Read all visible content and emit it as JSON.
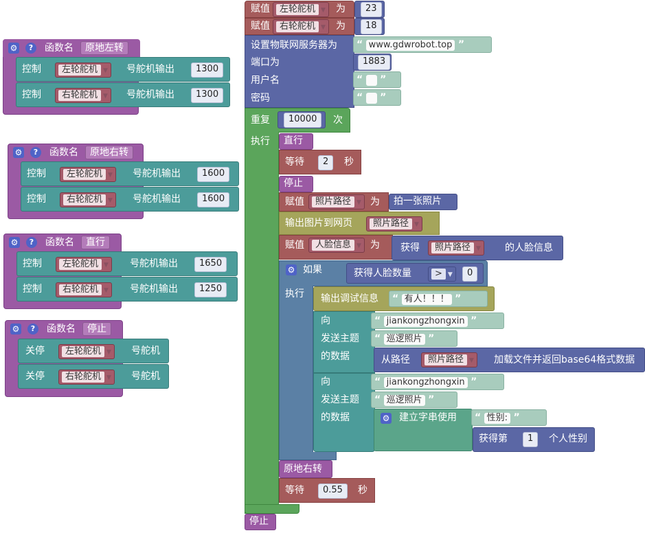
{
  "left_functions": [
    {
      "kw": "函数名",
      "name": "原地左转",
      "rows": [
        {
          "kw": "控制",
          "motor": "左轮舵机",
          "suffix": "号舵机输出",
          "value": "1300"
        },
        {
          "kw": "控制",
          "motor": "右轮舵机",
          "suffix": "号舵机输出",
          "value": "1300"
        }
      ]
    },
    {
      "kw": "函数名",
      "name": "原地右转",
      "rows": [
        {
          "kw": "控制",
          "motor": "左轮舵机",
          "suffix": "号舵机输出",
          "value": "1600"
        },
        {
          "kw": "控制",
          "motor": "右轮舵机",
          "suffix": "号舵机输出",
          "value": "1600"
        }
      ]
    },
    {
      "kw": "函数名",
      "name": "直行",
      "rows": [
        {
          "kw": "控制",
          "motor": "左轮舵机",
          "suffix": "号舵机输出",
          "value": "1650"
        },
        {
          "kw": "控制",
          "motor": "右轮舵机",
          "suffix": "号舵机输出",
          "value": "1250"
        }
      ]
    },
    {
      "kw": "函数名",
      "name": "停止",
      "rows": [
        {
          "kw": "关停",
          "motor": "左轮舵机",
          "suffix": "号舵机"
        },
        {
          "kw": "关停",
          "motor": "右轮舵机",
          "suffix": "号舵机"
        }
      ]
    }
  ],
  "main": {
    "assign1": {
      "kw": "赋值",
      "var": "左轮舵机",
      "to": "为",
      "val": "23"
    },
    "assign2": {
      "kw": "赋值",
      "var": "右轮舵机",
      "to": "为",
      "val": "18"
    },
    "iot": {
      "server_label": "设置物联网服务器为",
      "server": "www.gdwrobot.top",
      "port_label": "端口为",
      "port": "1883",
      "user_label": "用户名",
      "pass_label": "密码"
    },
    "repeat": {
      "kw": "重复",
      "count": "10000",
      "unit": "次",
      "do": "执行"
    },
    "go_straight": "直行",
    "wait1": {
      "kw": "等待",
      "val": "2",
      "unit": "秒"
    },
    "stop": "停止",
    "assign_photo": {
      "kw": "赋值",
      "var": "照片路径",
      "to": "为",
      "action": "拍一张照片"
    },
    "output_img": {
      "kw": "输出图片到网页",
      "var": "照片路径"
    },
    "assign_face": {
      "kw": "赋值",
      "var": "人脸信息",
      "to": "为",
      "get": "获得",
      "var2": "照片路径",
      "tail": "的人脸信息"
    },
    "ifblock": {
      "kw": "如果",
      "cond": "获得人脸数量",
      "op": ">",
      "val": "0",
      "do": "执行"
    },
    "debug": {
      "kw": "输出调试信息",
      "msg": "有人！！！"
    },
    "mqtt1": {
      "to": "向",
      "topic_kw": "发送主题",
      "data_kw": "的数据",
      "target": "jiankongzhongxin",
      "topic": "巡逻照片",
      "from": "从路径",
      "var": "照片路径",
      "tail": "加载文件并返回base64格式数据"
    },
    "mqtt2": {
      "to": "向",
      "topic_kw": "发送主题",
      "data_kw": "的数据",
      "target": "jiankongzhongxin",
      "topic": "巡逻照片",
      "build": "建立字串使用",
      "str1": "性别:",
      "get": "获得第",
      "idx": "1",
      "tail": "个人性别"
    },
    "turn_right": "原地右转",
    "wait2": {
      "kw": "等待",
      "val": "0.55",
      "unit": "秒"
    },
    "stop2": "停止"
  }
}
